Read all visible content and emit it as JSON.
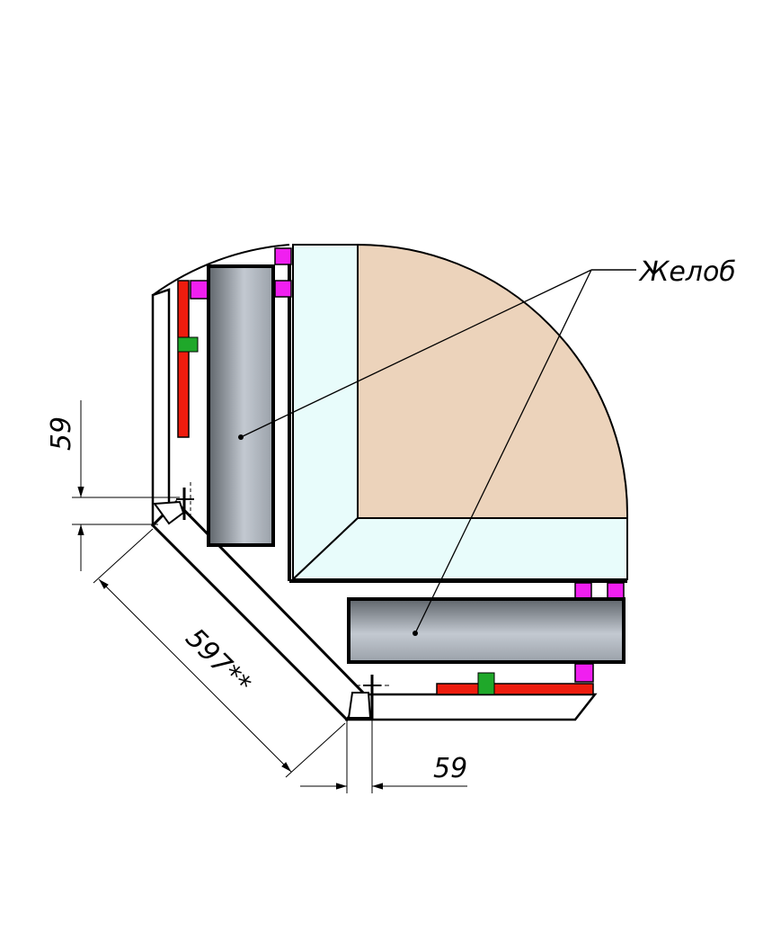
{
  "labels": {
    "callout": "Желоб",
    "dim_left_vertical": "59",
    "dim_diagonal": "597**",
    "dim_bottom": "59"
  },
  "colors": {
    "glass": "#ecd3bb",
    "frame": "#e8fcfb",
    "pipe_dark": "#5f656b",
    "pipe_light": "#c6ccd4",
    "seal": "#ee1c0e",
    "clip": "#f01ff0",
    "bracket": "#1fa82a",
    "outline": "#000000"
  }
}
